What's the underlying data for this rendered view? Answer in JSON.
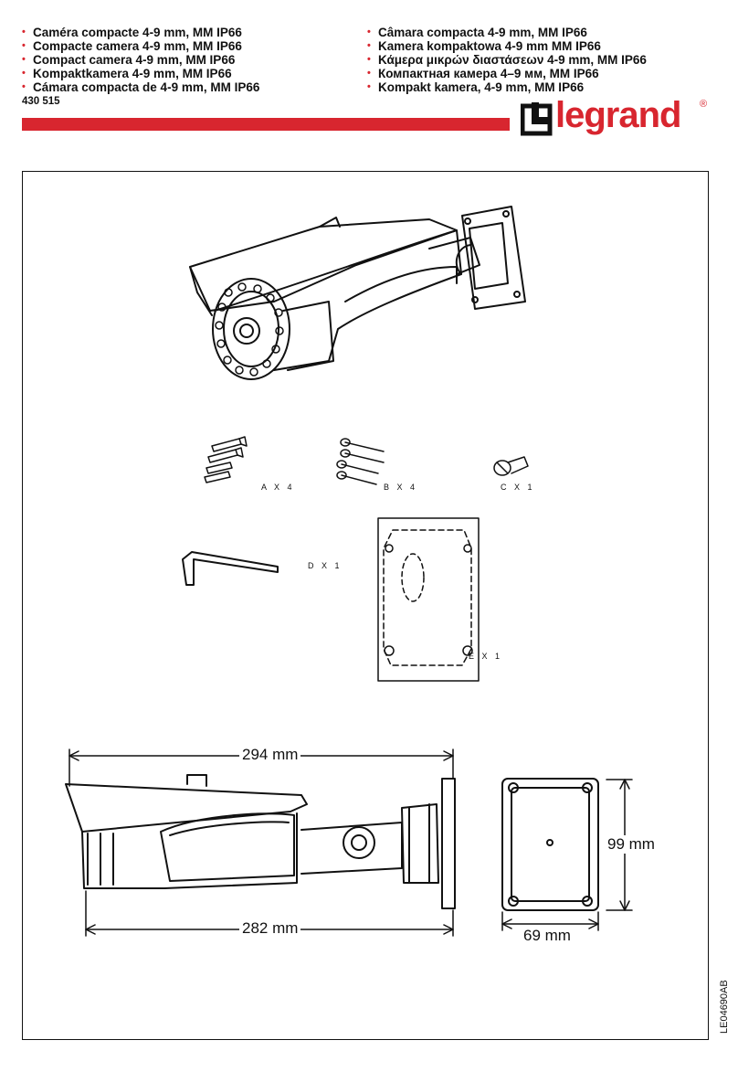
{
  "header": {
    "titles_left": [
      "Caméra compacte 4-9 mm, MM IP66",
      "Compacte camera 4-9 mm, MM IP66",
      "Compact camera 4-9 mm, MM IP66",
      "Kompaktkamera 4-9 mm, MM IP66",
      "Cámara compacta de 4-9 mm, MM IP66"
    ],
    "titles_right": [
      "Câmara compacta 4-9 mm, MM IP66",
      "Kamera kompaktowa 4-9 mm MM IP66",
      "Κάμερα μικρών διαστάσεων 4-9 mm, MM IP66",
      "Компактная камера 4–9 мм, MM IP66",
      "Kompakt kamera, 4-9 mm, MM IP66"
    ],
    "reference": "430 515",
    "brand": "legrand",
    "brand_mark": "®",
    "accent_color": "#d8262f"
  },
  "parts": {
    "a": "A X 4",
    "b": "B X 4",
    "c": "C X 1",
    "d": "D X 1",
    "e": "E X 1"
  },
  "dimensions": {
    "total_length": "294 mm",
    "body_length": "282 mm",
    "plate_height": "99 mm",
    "plate_width": "69 mm"
  },
  "footer": {
    "doc_code": "LE04690AB"
  }
}
